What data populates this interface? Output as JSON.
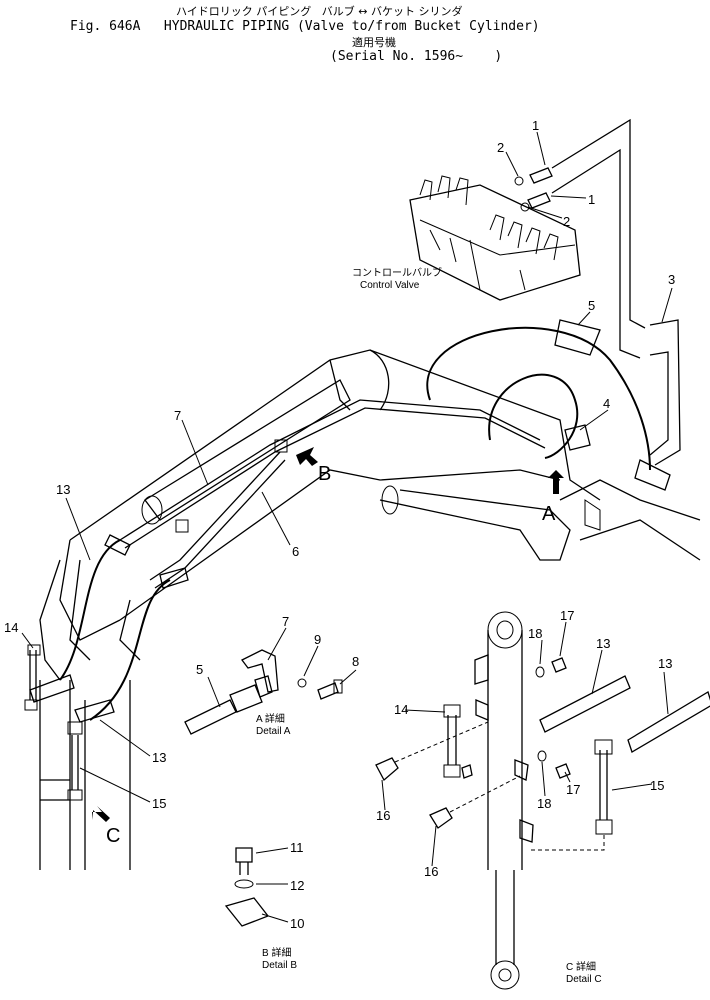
{
  "header": {
    "line1_jp": "ハイドロリック パイピング   バルブ ↔ バケット シリンダ",
    "line2": "Fig. 646A   HYDRAULIC PIPING (Valve to/from Bucket Cylinder)",
    "line3_jp": "適用号機",
    "line4": "(Serial No. 1596~    )"
  },
  "labels": {
    "control_valve_jp": "コントロールバルブ",
    "control_valve": "Control Valve",
    "detail_a_jp": "A 詳細",
    "detail_a": "Detail A",
    "detail_b_jp": "B 詳細",
    "detail_b": "Detail B",
    "detail_c_jp": "C 詳細",
    "detail_c": "Detail C",
    "view_a": "A",
    "view_b": "B",
    "view_c": "C"
  },
  "callouts": {
    "n1a": "1",
    "n1b": "1",
    "n2a": "2",
    "n2b": "2",
    "n3": "3",
    "n4": "4",
    "n5a": "5",
    "n5b": "5",
    "n6": "6",
    "n7a": "7",
    "n7b": "7",
    "n8": "8",
    "n9": "9",
    "n10": "10",
    "n11": "11",
    "n12": "12",
    "n13a": "13",
    "n13b": "13",
    "n13c": "13",
    "n13d": "13",
    "n14a": "14",
    "n14b": "14",
    "n15a": "15",
    "n15b": "15",
    "n16a": "16",
    "n16b": "16",
    "n17a": "17",
    "n17b": "17",
    "n18a": "18",
    "n18b": "18"
  }
}
